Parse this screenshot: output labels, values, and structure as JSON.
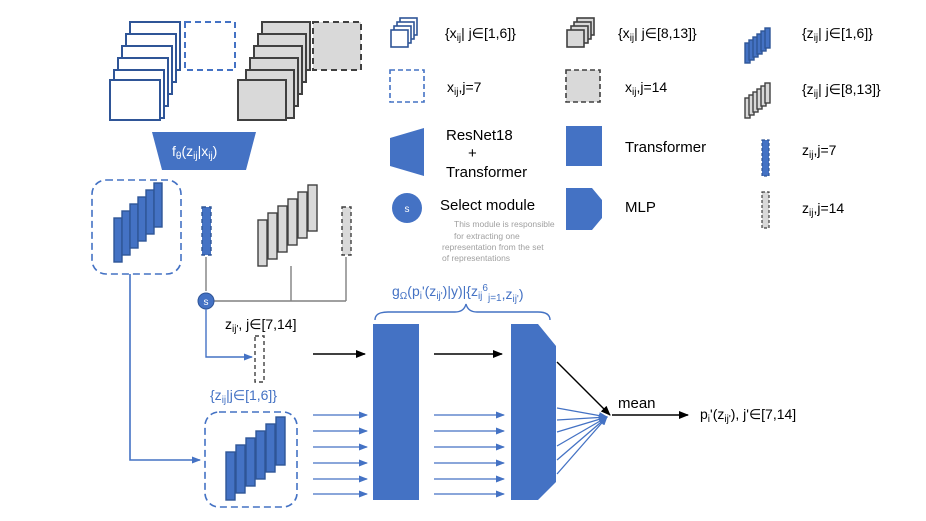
{
  "colors": {
    "blue": "#4472c4",
    "blue_dark": "#2f5597",
    "gray_fill": "#d9d9d9",
    "gray_edge": "#404040",
    "line_gray": "#808080"
  },
  "encoder": {
    "name_main": "f",
    "name_sub": "θ",
    "args_open": "(z",
    "args_sub1": "ij",
    "args_mid": "|x",
    "args_sub2": "ij",
    "args_close": ")"
  },
  "select_symbol": "s",
  "query_label": {
    "main": "z",
    "sub": "ij'",
    "rest": ", j∈[7,14]"
  },
  "context_label": {
    "main": "{z",
    "sub": "ij",
    "rest": "|j∈[1,6]}"
  },
  "head_label": {
    "g": "g",
    "g_sub": "Ω",
    "open": "(p",
    "p_sub": "i",
    "prime": "'(z",
    "z_sub": "ij'",
    "mid": ")|y)|{z",
    "z2_sub": "ij",
    "sup": "6",
    "sub2": "j=1",
    "tail": ",z",
    "tail_sub": "ij'",
    "close": ")"
  },
  "mean_label": "mean",
  "output_label": {
    "main": "p",
    "sub": "i",
    "rest1": "'(z",
    "sub2": "ij'",
    "rest2": "), j'∈[7,14]"
  },
  "legend": {
    "x_set_1_6": {
      "open": "{x",
      "sub": "ij",
      "rest": "| j∈[1,6]}"
    },
    "x_set_8_13": {
      "open": "{x",
      "sub": "ij",
      "rest": "| j∈[8,13]}"
    },
    "z_set_1_6": {
      "open": "{z",
      "sub": "ij",
      "rest": "| j∈[1,6]}"
    },
    "x_7": {
      "main": "x",
      "sub": "ij",
      "rest": ",j=7"
    },
    "x_14": {
      "main": "x",
      "sub": "ij",
      "rest": ",j=14"
    },
    "z_set_8_13": {
      "open": "{z",
      "sub": "ij",
      "rest": "| j∈[8,13]}"
    },
    "resnet_line1": "ResNet18",
    "resnet_line2": "+",
    "resnet_line3": "Transformer",
    "transformer": "Transformer",
    "z_7": {
      "main": "z",
      "sub": "ij",
      "rest": ",j=7"
    },
    "select_module": "Select module",
    "select_desc_1": "This module is responsible",
    "select_desc_2": "for extracting one",
    "select_desc_3": "representation from the set",
    "select_desc_4": "of representations",
    "mlp": "MLP",
    "z_14": {
      "main": "z",
      "sub": "ij",
      "rest": ",j=14"
    }
  }
}
